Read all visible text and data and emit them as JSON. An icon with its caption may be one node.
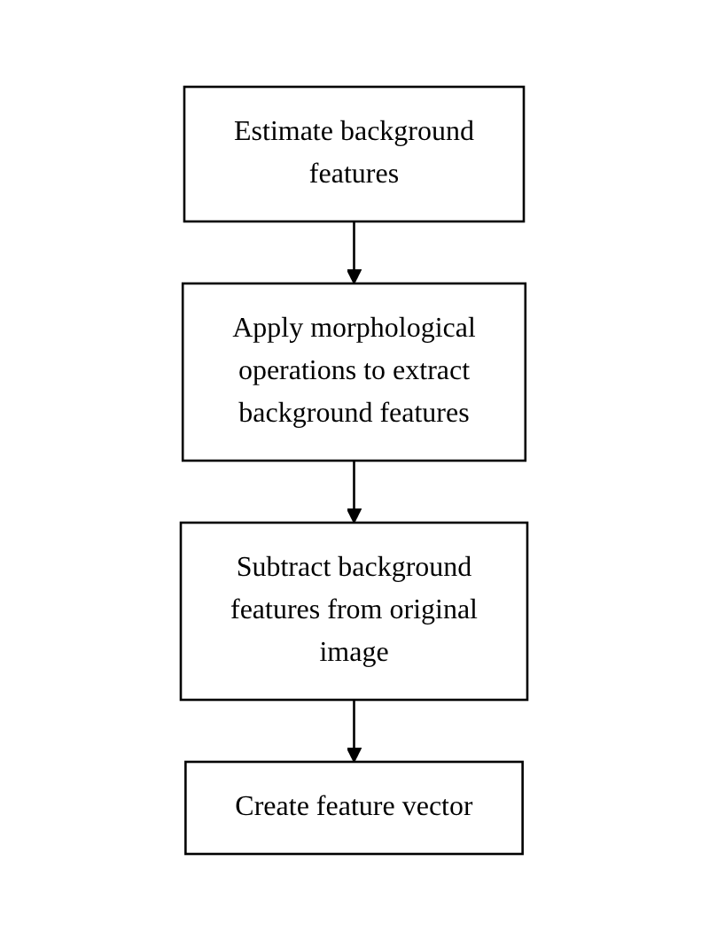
{
  "diagram": {
    "nodes": [
      {
        "text": [
          "Estimate background features"
        ]
      },
      {
        "text": [
          "Apply morphological operations to extract background features"
        ]
      },
      {
        "text": [
          "Subtract background features from original image"
        ]
      },
      {
        "text": [
          "Create feature vector"
        ]
      }
    ],
    "edges": [
      {
        "from": 0,
        "to": 1,
        "arrow": "to"
      },
      {
        "from": 1,
        "to": 2,
        "arrow": "to"
      },
      {
        "from": 2,
        "to": 3,
        "arrow": "to"
      }
    ]
  }
}
